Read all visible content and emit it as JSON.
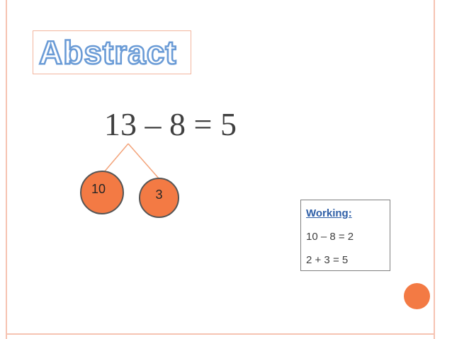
{
  "slide": {
    "title": "Abstract",
    "equation": "13 – 8 = 5",
    "split": {
      "left": "10",
      "right": "3"
    },
    "working": {
      "heading": "Working:",
      "lines": [
        "10 – 8 = 2",
        "2 + 3 = 5"
      ]
    }
  },
  "colors": {
    "accent": "#f37a44",
    "frame": "#f6c3b2",
    "title_outline": "#6a9bd6",
    "working_heading": "#2f5fa7"
  }
}
